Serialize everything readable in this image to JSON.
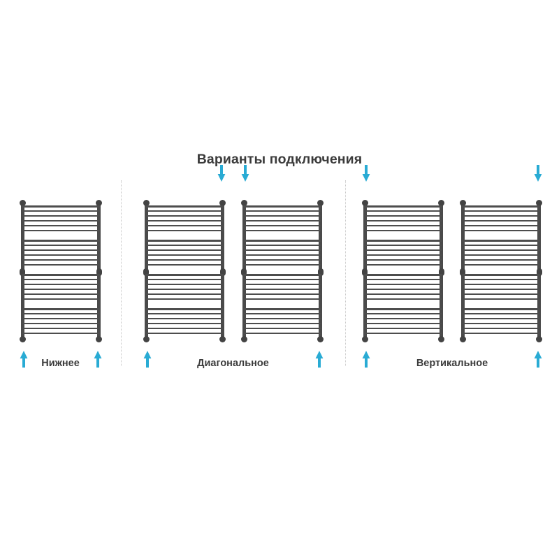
{
  "title": "Варианты подключения",
  "colors": {
    "rail": "#4a4a4a",
    "rung": "#4d4d4d",
    "node": "#434343",
    "arrow": "#29abd4",
    "text": "#3b3b3b",
    "divider": "#c9c9c9",
    "background": "#ffffff"
  },
  "radiator": {
    "rung_groups": 4,
    "rungs_per_group": 6,
    "rail_nodes": [
      "top",
      "middle",
      "bottom"
    ]
  },
  "panels": [
    {
      "id": "bottom",
      "label": "Нижнее",
      "units": [
        {
          "id": "bottom-unit-1",
          "arrows": [
            {
              "position": "bottom-left",
              "direction": "up"
            },
            {
              "position": "bottom-right",
              "direction": "up"
            }
          ]
        }
      ]
    },
    {
      "id": "diagonal",
      "label": "Диагональное",
      "units": [
        {
          "id": "diagonal-unit-1",
          "arrows": [
            {
              "position": "top-right",
              "direction": "down"
            },
            {
              "position": "bottom-left",
              "direction": "up"
            }
          ]
        },
        {
          "id": "diagonal-unit-2",
          "arrows": [
            {
              "position": "top-left",
              "direction": "down"
            },
            {
              "position": "bottom-right",
              "direction": "up"
            }
          ]
        }
      ]
    },
    {
      "id": "vertical",
      "label": "Вертикальное",
      "units": [
        {
          "id": "vertical-unit-1",
          "arrows": [
            {
              "position": "top-left",
              "direction": "down"
            },
            {
              "position": "bottom-left",
              "direction": "up"
            }
          ]
        },
        {
          "id": "vertical-unit-2",
          "arrows": [
            {
              "position": "top-right",
              "direction": "down"
            },
            {
              "position": "bottom-right",
              "direction": "up"
            }
          ]
        }
      ]
    }
  ]
}
